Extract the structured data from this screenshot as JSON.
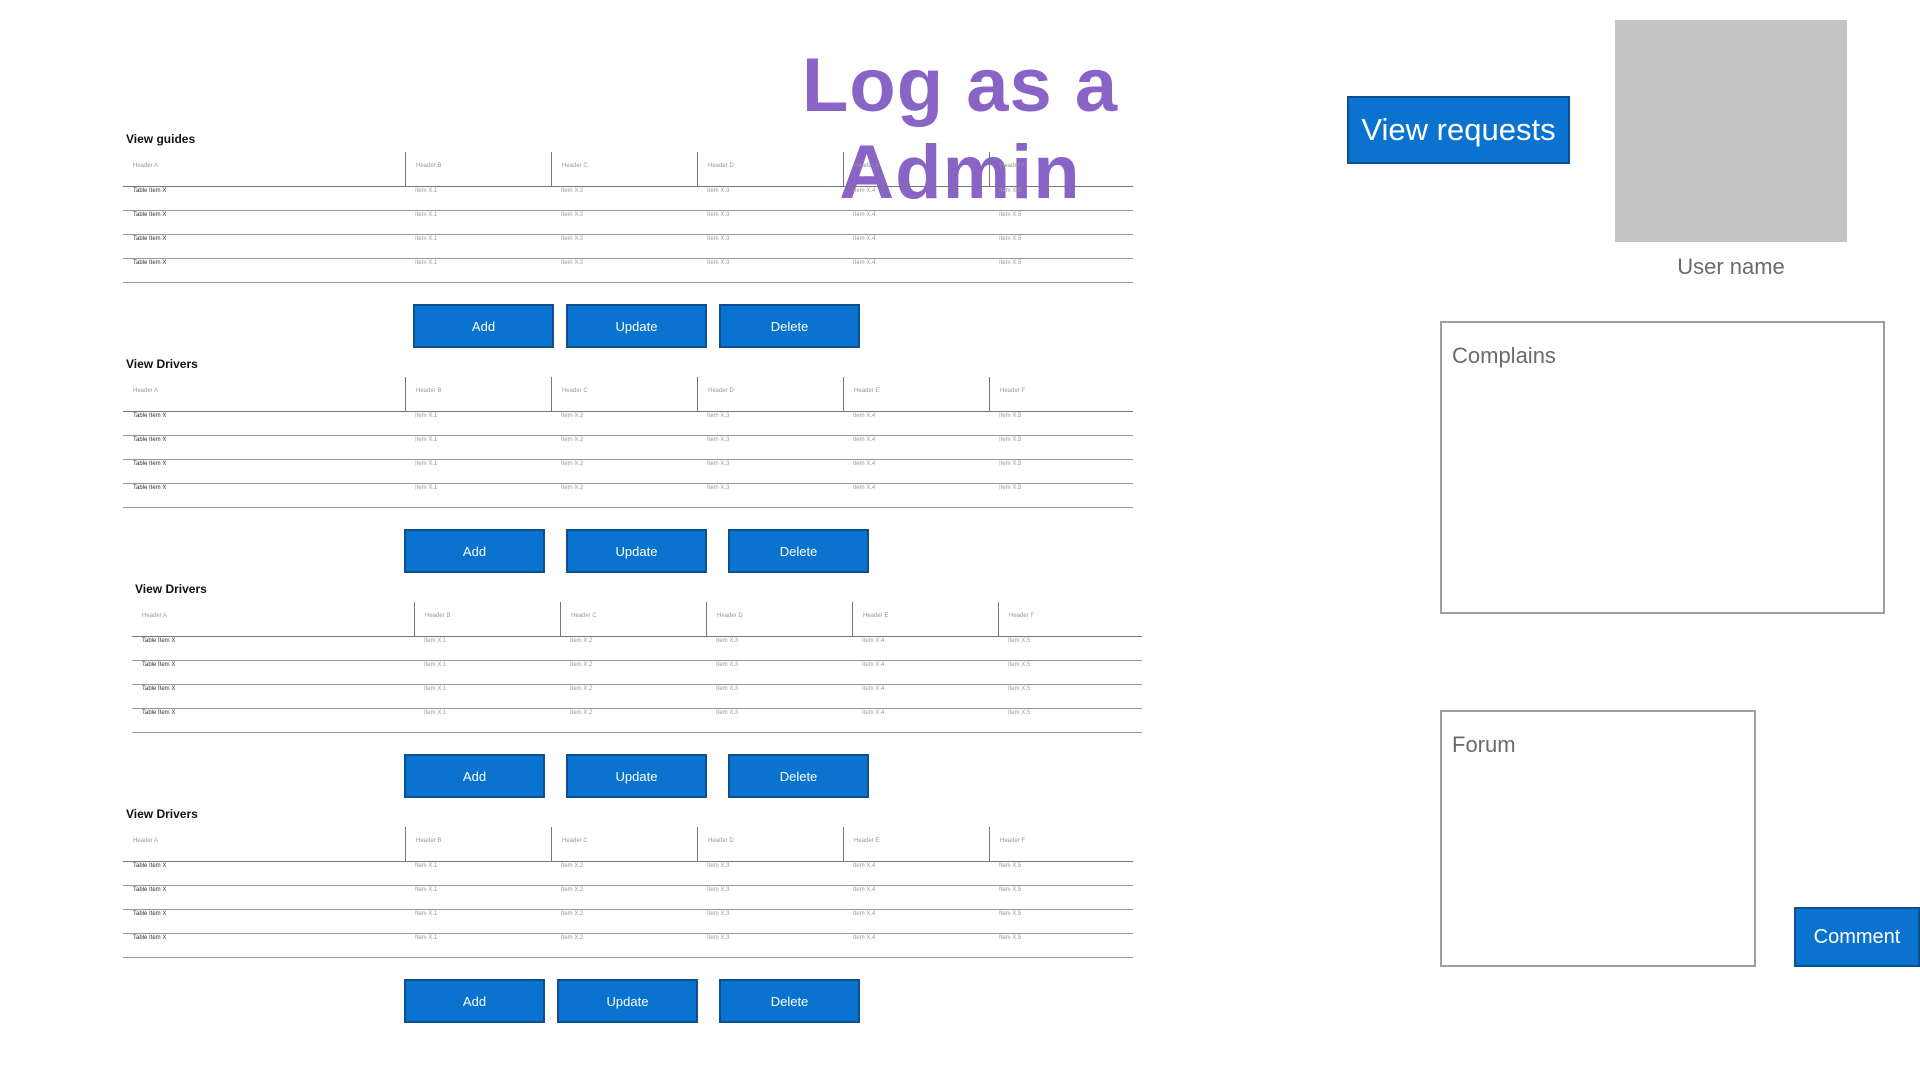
{
  "header": {
    "title": "Log as a Admin"
  },
  "actions": {
    "view_requests": "View requests"
  },
  "profile": {
    "user_name": "User name"
  },
  "complains": {
    "title": "Complains"
  },
  "forum": {
    "title": "Forum",
    "comment_label": "Comment"
  },
  "sections": [
    {
      "title": "View guides",
      "headers": [
        "Header A",
        "Header B",
        "Header C",
        "Header D",
        "Header E",
        "Header F"
      ],
      "rows": [
        [
          "Table Item X",
          "Item X.1",
          "Item X.2",
          "Item X.3",
          "Item X.4",
          "Item X.5"
        ],
        [
          "Table Item X",
          "Item X.1",
          "Item X.2",
          "Item X.3",
          "Item X.4",
          "Item X.5"
        ],
        [
          "Table Item X",
          "Item X.1",
          "Item X.2",
          "Item X.3",
          "Item X.4",
          "Item X.5"
        ],
        [
          "Table Item X",
          "Item X.1",
          "Item X.2",
          "Item X.3",
          "Item X.4",
          "Item X.5"
        ]
      ],
      "buttons": [
        "Add",
        "Update",
        "Delete"
      ]
    },
    {
      "title": "View Drivers",
      "headers": [
        "Header A",
        "Header B",
        "Header C",
        "Header D",
        "Header E",
        "Header F"
      ],
      "rows": [
        [
          "Table Item X",
          "Item X.1",
          "Item X.2",
          "Item X.3",
          "Item X.4",
          "Item X.5"
        ],
        [
          "Table Item X",
          "Item X.1",
          "Item X.2",
          "Item X.3",
          "Item X.4",
          "Item X.5"
        ],
        [
          "Table Item X",
          "Item X.1",
          "Item X.2",
          "Item X.3",
          "Item X.4",
          "Item X.5"
        ],
        [
          "Table Item X",
          "Item X.1",
          "Item X.2",
          "Item X.3",
          "Item X.4",
          "Item X.5"
        ]
      ],
      "buttons": [
        "Add",
        "Update",
        "Delete"
      ]
    },
    {
      "title": "View Drivers",
      "headers": [
        "Header A",
        "Header B",
        "Header C",
        "Header D",
        "Header E",
        "Header F"
      ],
      "rows": [
        [
          "Table Item X",
          "Item X.1",
          "Item X.2",
          "Item X.3",
          "Item X.4",
          "Item X.5"
        ],
        [
          "Table Item X",
          "Item X.1",
          "Item X.2",
          "Item X.3",
          "Item X.4",
          "Item X.5"
        ],
        [
          "Table Item X",
          "Item X.1",
          "Item X.2",
          "Item X.3",
          "Item X.4",
          "Item X.5"
        ],
        [
          "Table Item X",
          "Item X.1",
          "Item X.2",
          "Item X.3",
          "Item X.4",
          "Item X.5"
        ]
      ],
      "buttons": [
        "Add",
        "Update",
        "Delete"
      ]
    },
    {
      "title": "View Drivers",
      "headers": [
        "Header A",
        "Header B",
        "Header C",
        "Header D",
        "Header E",
        "Header F"
      ],
      "rows": [
        [
          "Table Item X",
          "Item X.1",
          "Item X.2",
          "Item X.3",
          "Item X.4",
          "Item X.5"
        ],
        [
          "Table Item X",
          "Item X.1",
          "Item X.2",
          "Item X.3",
          "Item X.4",
          "Item X.5"
        ],
        [
          "Table Item X",
          "Item X.1",
          "Item X.2",
          "Item X.3",
          "Item X.4",
          "Item X.5"
        ],
        [
          "Table Item X",
          "Item X.1",
          "Item X.2",
          "Item X.3",
          "Item X.4",
          "Item X.5"
        ]
      ],
      "buttons": [
        "Add",
        "Update",
        "Delete"
      ]
    }
  ],
  "colors": {
    "accent": "#0a72cf",
    "title": "#8a63c6",
    "avatar": "#c4c4c4"
  }
}
